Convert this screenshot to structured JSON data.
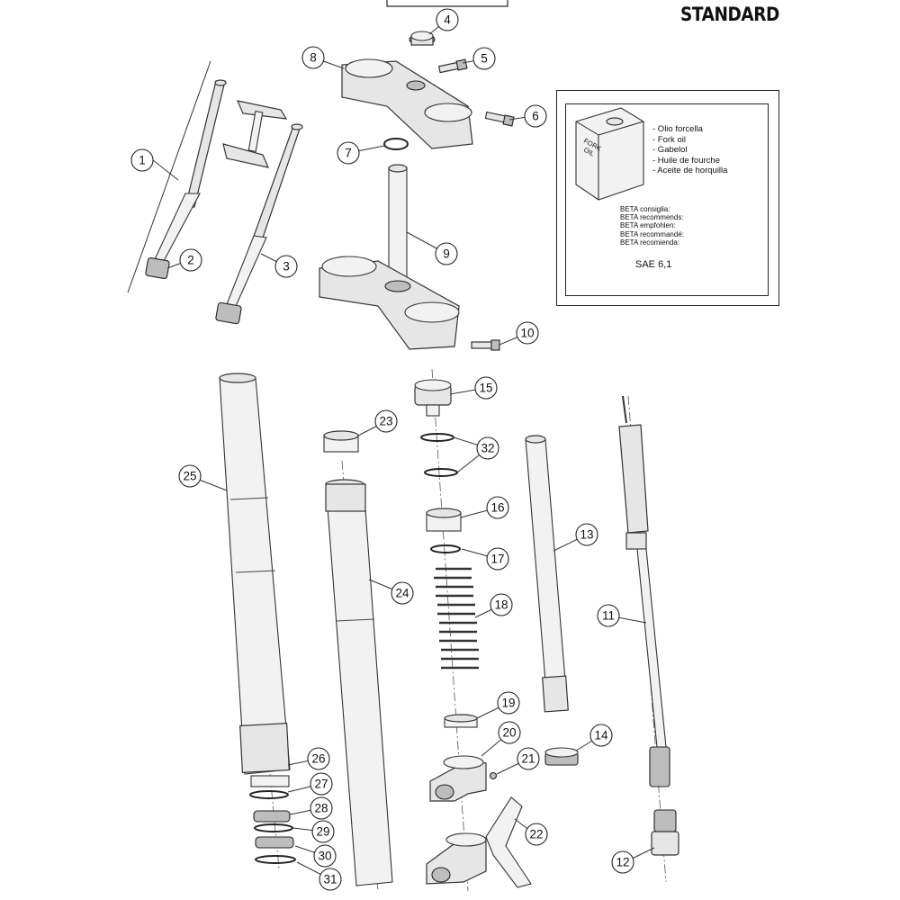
{
  "header": {
    "title": "STANDARD"
  },
  "oil_box": {
    "can_label_line1": "FORK",
    "can_label_line2": "OIL",
    "oil_names": [
      "- Olio forcella",
      "- Fork oil",
      "- Gabelol",
      "- Huile de fourche",
      "- Aceite de horquilla"
    ],
    "recommends": [
      "BETA consiglia:",
      "BETA recommends:",
      "BETA empfohlen:",
      "BETA recommandé:",
      "BETA recomienda:"
    ],
    "spec": "SAE 6,1"
  },
  "callouts": [
    "1",
    "2",
    "3",
    "4",
    "5",
    "6",
    "7",
    "8",
    "9",
    "10",
    "11",
    "12",
    "13",
    "14",
    "15",
    "16",
    "17",
    "18",
    "19",
    "20",
    "21",
    "22",
    "23",
    "24",
    "25",
    "26",
    "27",
    "28",
    "29",
    "30",
    "31",
    "32"
  ]
}
